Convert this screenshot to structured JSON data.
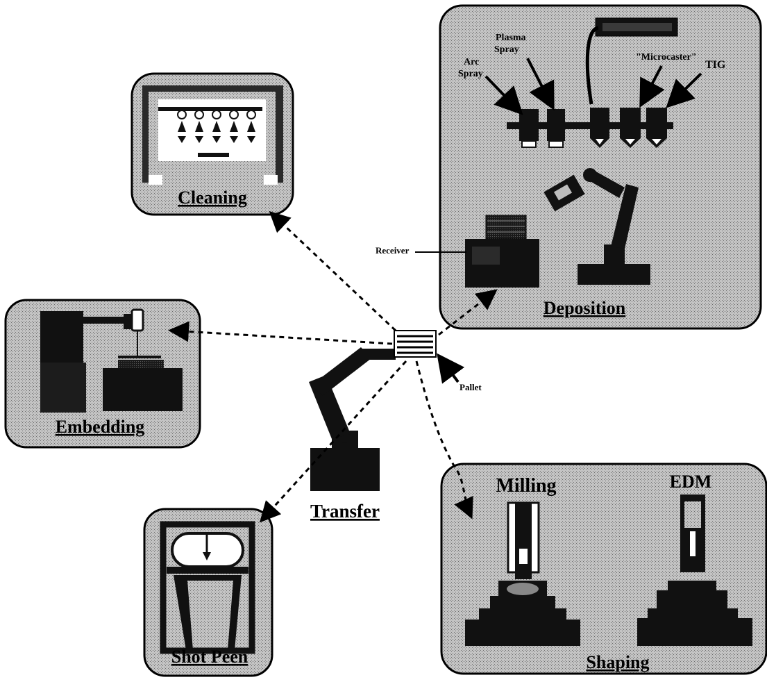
{
  "stations": {
    "cleaning": {
      "label": "Cleaning"
    },
    "deposition": {
      "label": "Deposition",
      "tools": {
        "arc_spray": [
          "Arc",
          "Spray"
        ],
        "plasma_spray": [
          "Plasma",
          "Spray"
        ],
        "microcaster": "\"Microcaster\"",
        "tig": "TIG"
      },
      "receiver_label": "Receiver"
    },
    "embedding": {
      "label": "Embedding"
    },
    "shot_peen": {
      "label": "Shot Peen"
    },
    "transfer": {
      "label": "Transfer",
      "pallet_label": "Pallet"
    },
    "shaping": {
      "label": "Shaping",
      "milling_label": "Milling",
      "edm_label": "EDM"
    }
  },
  "colors": {
    "panel_fill": "#b9b9b9",
    "dark": "#111111",
    "stroke": "#000000"
  }
}
